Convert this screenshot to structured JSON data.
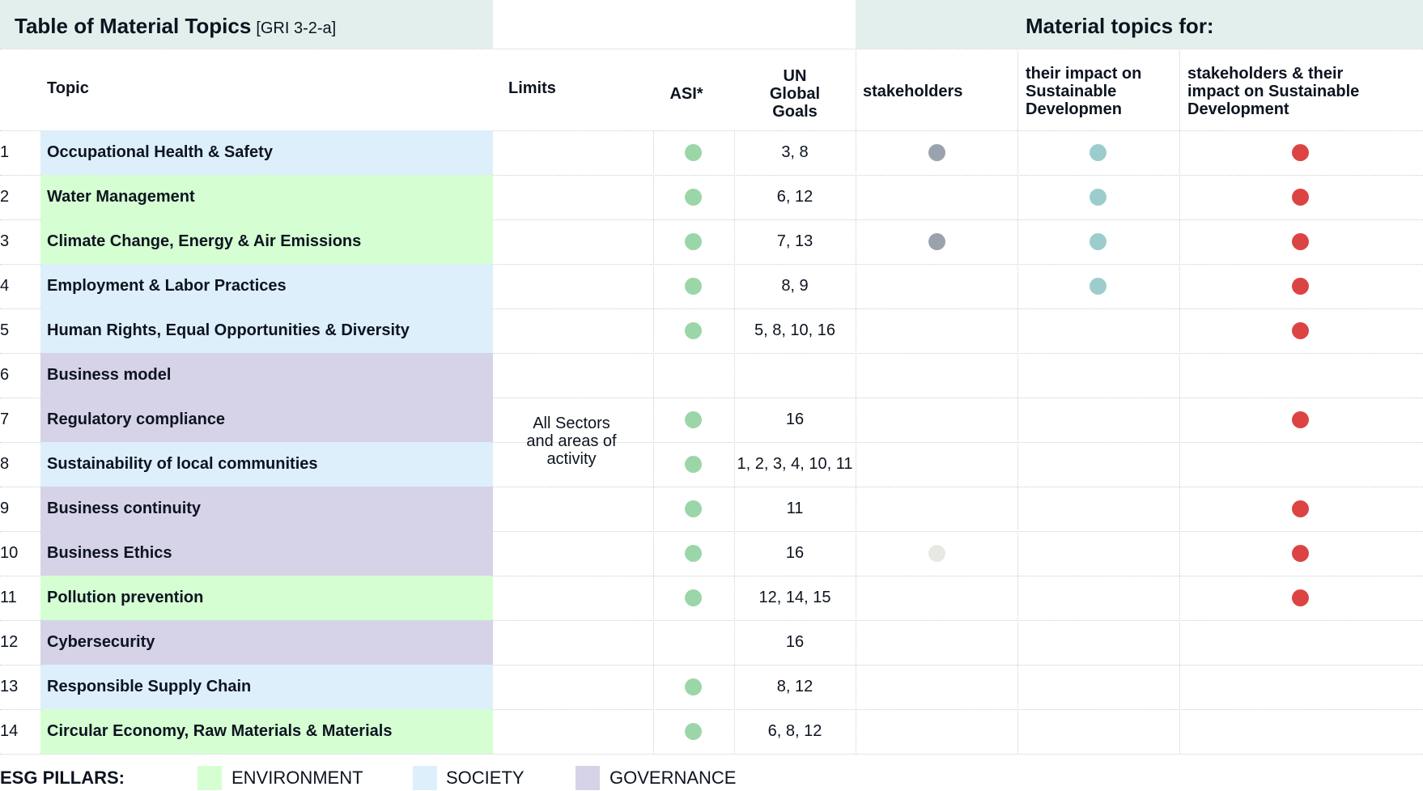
{
  "title": {
    "main": "Table of Material Topics",
    "ref": "[GRI 3-2-a]"
  },
  "material_title": "Material topics for:",
  "headers": {
    "topic": "Topic",
    "limits": "Limits",
    "asi": "ASI*",
    "un_goals": "UN Global Goals",
    "stakeholders": "stakeholders",
    "impact": "their impact on Sustainable Developmen",
    "both": "stakeholders & their impact on Sustainable Development"
  },
  "limits_text": "All Sectors and areas of activity",
  "colors": {
    "environment": "#d5ffd2",
    "society": "#ddeffb",
    "governance": "#d6d3e8",
    "asi_dot": "#9bd6a8",
    "stakeholder_dot": "#9aa3ad",
    "stakeholder_dot_light": "#e8e8e3",
    "impact_dot": "#9ccdcc",
    "both_dot": "#dc4444",
    "header_band": "#e3efec"
  },
  "rows": [
    {
      "num": "1",
      "topic": "Occupational Health & Safety",
      "pillar": "society",
      "asi": true,
      "goals": "3, 8",
      "stakeholders": "dark",
      "impact": true,
      "both": true
    },
    {
      "num": "2",
      "topic": "Water Management",
      "pillar": "environment",
      "asi": true,
      "goals": "6, 12",
      "stakeholders": "",
      "impact": true,
      "both": true
    },
    {
      "num": "3",
      "topic": "Climate Change, Energy & Air Emissions",
      "pillar": "environment",
      "asi": true,
      "goals": "7, 13",
      "stakeholders": "dark",
      "impact": true,
      "both": true
    },
    {
      "num": "4",
      "topic": "Employment & Labor Practices",
      "pillar": "society",
      "asi": true,
      "goals": "8, 9",
      "stakeholders": "",
      "impact": true,
      "both": true
    },
    {
      "num": "5",
      "topic": "Human Rights, Equal Opportunities & Diversity",
      "pillar": "society",
      "asi": true,
      "goals": "5, 8, 10, 16",
      "stakeholders": "",
      "impact": false,
      "both": true
    },
    {
      "num": "6",
      "topic": "Business model",
      "pillar": "governance",
      "asi": false,
      "goals": "",
      "stakeholders": "",
      "impact": false,
      "both": false
    },
    {
      "num": "7",
      "topic": "Regulatory compliance",
      "pillar": "governance",
      "asi": true,
      "goals": "16",
      "stakeholders": "",
      "impact": false,
      "both": true
    },
    {
      "num": "8",
      "topic": "Sustainability of local communities",
      "pillar": "society",
      "asi": true,
      "goals": "1, 2, 3, 4, 10, 11",
      "stakeholders": "",
      "impact": false,
      "both": false
    },
    {
      "num": "9",
      "topic": "Business continuity",
      "pillar": "governance",
      "asi": true,
      "goals": "11",
      "stakeholders": "",
      "impact": false,
      "both": true
    },
    {
      "num": "10",
      "topic": "Business Ethics",
      "pillar": "governance",
      "asi": true,
      "goals": "16",
      "stakeholders": "light",
      "impact": false,
      "both": true
    },
    {
      "num": "11",
      "topic": "Pollution prevention",
      "pillar": "environment",
      "asi": true,
      "goals": "12, 14, 15",
      "stakeholders": "",
      "impact": false,
      "both": true
    },
    {
      "num": "12",
      "topic": "Cybersecurity",
      "pillar": "governance",
      "asi": false,
      "goals": "16",
      "stakeholders": "",
      "impact": false,
      "both": false
    },
    {
      "num": "13",
      "topic": "Responsible Supply Chain",
      "pillar": "society",
      "asi": true,
      "goals": "8, 12",
      "stakeholders": "",
      "impact": false,
      "both": false
    },
    {
      "num": "14",
      "topic": "Circular Economy, Raw Materials & Materials",
      "pillar": "environment",
      "asi": true,
      "goals": "6, 8, 12",
      "stakeholders": "",
      "impact": false,
      "both": false
    }
  ],
  "legend": {
    "title": "ESG PILLARS:",
    "environment": "ENVIRONMENT",
    "society": "SOCIETY",
    "governance": "GOVERNANCE"
  }
}
